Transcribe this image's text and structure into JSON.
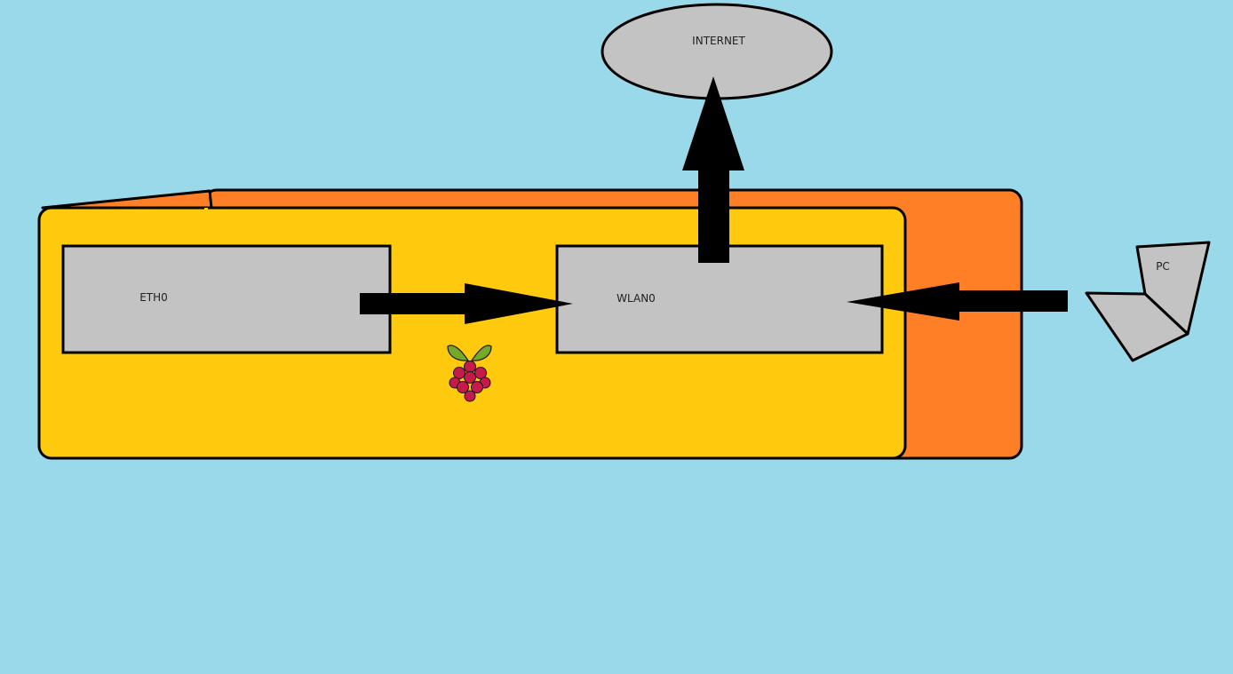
{
  "diagram": {
    "labels": {
      "internet": "INTERNET",
      "eth0": "ETH0",
      "wlan0": "WLAN0",
      "pc": "PC"
    },
    "icons": {
      "board_logo": "raspberry-pi-logo-icon",
      "pc": "laptop-icon"
    },
    "colors": {
      "background": "#99D9EA",
      "board_back": "#FF7F27",
      "board_front": "#FFC90E",
      "node_fill": "#C3C3C3",
      "outline": "#000000",
      "arrow": "#000000",
      "berry": "#C51A4A",
      "leaf": "#75A928"
    },
    "connections": [
      {
        "from": "eth0",
        "to": "wlan0"
      },
      {
        "from": "wlan0",
        "to": "internet"
      },
      {
        "from": "pc",
        "to": "wlan0"
      }
    ]
  }
}
